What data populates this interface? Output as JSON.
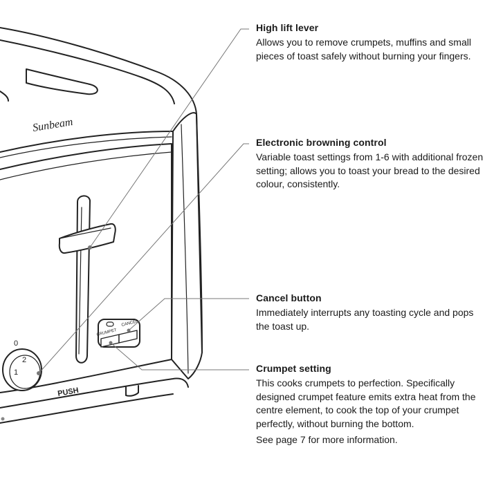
{
  "brand_logo_text": "Sunbeam",
  "push_label": "PUSH",
  "crumpet_btn_label": "CRUMPET",
  "cancel_btn_label": "CANCEL",
  "dial_digits": [
    "0",
    "1",
    "2"
  ],
  "callouts": [
    {
      "title": "High lift lever",
      "body": "Allows you to remove crumpets, muffins and small pieces of toast safely without burning your fingers."
    },
    {
      "title": "Electronic browning control",
      "body": "Variable toast settings from 1-6 with additional frozen setting; allows you to toast your bread to the desired colour, consistently."
    },
    {
      "title": "Cancel button",
      "body": "Immediately interrupts any toasting cycle and pops the toast up."
    },
    {
      "title": "Crumpet setting",
      "body": "This cooks crumpets to perfection. Specifically designed crumpet feature emits extra heat from the centre element, to cook the top of your crumpet perfectly, without burning the bottom.",
      "extra": "See page 7 for more information."
    }
  ]
}
